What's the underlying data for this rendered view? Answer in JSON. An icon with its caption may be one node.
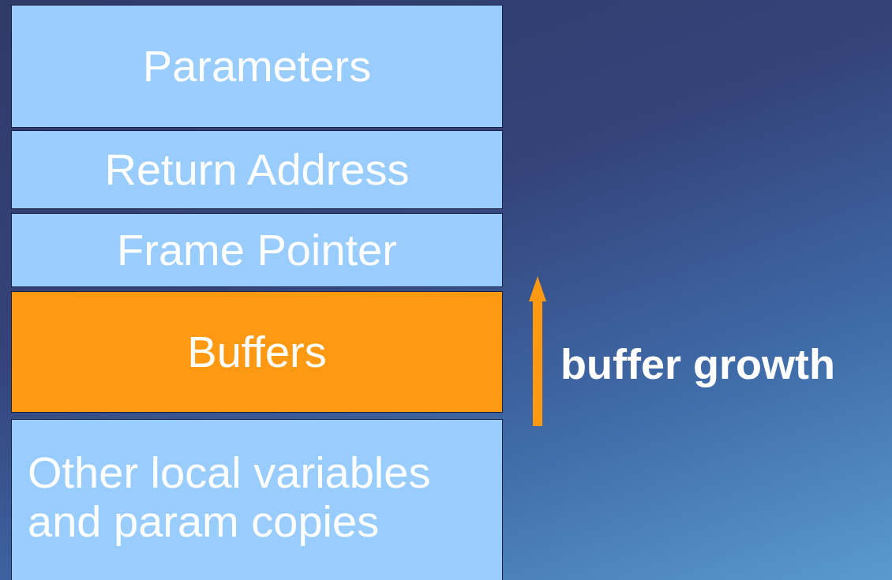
{
  "diagram": {
    "nodes": [
      {
        "text": [
          "Parameters"
        ]
      },
      {
        "text": [
          "Return Address"
        ]
      },
      {
        "text": [
          "Frame Pointer"
        ]
      },
      {
        "text": [
          "Buffers"
        ]
      },
      {
        "text": [
          "Other local variables and param copies"
        ]
      }
    ],
    "labels": [
      "buffer growth"
    ]
  }
}
